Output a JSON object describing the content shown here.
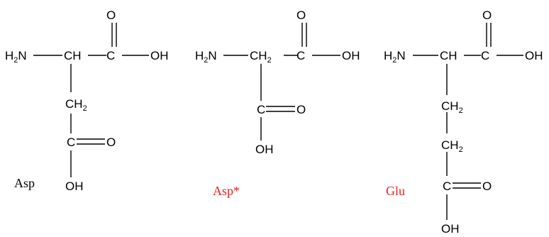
{
  "molecules": [
    {
      "caption": "Asp",
      "atoms": {
        "amino": {
          "main": "H",
          "sub": "2",
          "tail": "N"
        },
        "alpha": {
          "main": "CH",
          "sub": "",
          "tail": ""
        },
        "carboxyl_c": {
          "main": "C",
          "sub": "",
          "tail": ""
        },
        "carboxyl_o": {
          "main": "O",
          "sub": "",
          "tail": ""
        },
        "carboxyl_oh": {
          "main": "OH",
          "sub": "",
          "tail": ""
        },
        "ch2_1": {
          "main": "CH",
          "sub": "2",
          "tail": ""
        },
        "side_c": {
          "main": "C",
          "sub": "",
          "tail": ""
        },
        "side_o": {
          "main": "O",
          "sub": "",
          "tail": ""
        },
        "side_oh": {
          "main": "OH",
          "sub": "",
          "tail": ""
        }
      }
    },
    {
      "caption": "Asp*",
      "atoms": {
        "amino": {
          "main": "H",
          "sub": "2",
          "tail": "N"
        },
        "alpha": {
          "main": "CH",
          "sub": "2",
          "tail": ""
        },
        "carboxyl_c": {
          "main": "C",
          "sub": "",
          "tail": ""
        },
        "carboxyl_o": {
          "main": "O",
          "sub": "",
          "tail": ""
        },
        "carboxyl_oh": {
          "main": "OH",
          "sub": "",
          "tail": ""
        },
        "side_c": {
          "main": "C",
          "sub": "",
          "tail": ""
        },
        "side_o": {
          "main": "O",
          "sub": "",
          "tail": ""
        },
        "side_oh": {
          "main": "OH",
          "sub": "",
          "tail": ""
        }
      }
    },
    {
      "caption": "Glu",
      "atoms": {
        "amino": {
          "main": "H",
          "sub": "2",
          "tail": "N"
        },
        "alpha": {
          "main": "CH",
          "sub": "",
          "tail": ""
        },
        "carboxyl_c": {
          "main": "C",
          "sub": "",
          "tail": ""
        },
        "carboxyl_o": {
          "main": "O",
          "sub": "",
          "tail": ""
        },
        "carboxyl_oh": {
          "main": "OH",
          "sub": "",
          "tail": ""
        },
        "ch2_1": {
          "main": "CH",
          "sub": "2",
          "tail": ""
        },
        "ch2_2": {
          "main": "CH",
          "sub": "2",
          "tail": ""
        },
        "side_c": {
          "main": "C",
          "sub": "",
          "tail": ""
        },
        "side_o": {
          "main": "O",
          "sub": "",
          "tail": ""
        },
        "side_oh": {
          "main": "OH",
          "sub": "",
          "tail": ""
        }
      }
    }
  ],
  "colors": {
    "structure": "#000000",
    "caption_default": "#000000",
    "caption_highlight": "#e8211e"
  },
  "caption_colors": [
    "#000000",
    "#e8211e",
    "#e8211e"
  ]
}
